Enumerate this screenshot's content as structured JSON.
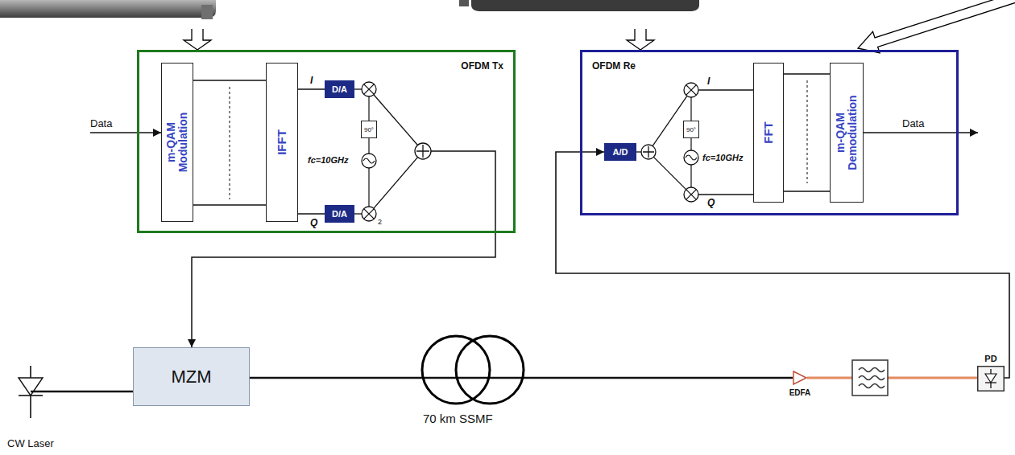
{
  "diagram": {
    "nodes": [
      {
        "text": [
          "OFDM Tx"
        ]
      },
      {
        "text": [
          "m-QAM Modulation"
        ],
        "in": 0
      },
      {
        "text": [
          "IFFT"
        ],
        "in": 0
      },
      {
        "text": [
          "D/A"
        ],
        "in": 0
      },
      {
        "text": [
          "D/A"
        ],
        "in": 0
      },
      {
        "text": [
          "90°"
        ],
        "in": 0
      },
      {
        "text": [
          "OFDM Re"
        ]
      },
      {
        "text": [
          "A/D"
        ],
        "in": 6
      },
      {
        "text": [
          "90°"
        ],
        "in": 6
      },
      {
        "text": [
          "FFT"
        ],
        "in": 6
      },
      {
        "text": [
          "m-QAM Demodulation"
        ],
        "in": 6
      },
      {
        "text": [
          "MZM"
        ]
      },
      {
        "text": [
          "CW Laser"
        ]
      },
      {
        "text": [
          "EDFA"
        ]
      },
      {
        "text": [
          "PD"
        ]
      }
    ],
    "edges": [
      {
        "from": 1,
        "to": 2,
        "arrow": "none"
      },
      {
        "from": 1,
        "to": 2,
        "arrow": "none"
      },
      {
        "from": 2,
        "to": 3,
        "arrow": "none"
      },
      {
        "from": 2,
        "to": 4,
        "arrow": "none"
      },
      {
        "from": 0,
        "to": 11,
        "arrow": "to"
      },
      {
        "from": 12,
        "to": 11,
        "arrow": "none"
      },
      {
        "from": 11,
        "to": 13,
        "arrow": "none"
      },
      {
        "from": 13,
        "to": 14,
        "arrow": "none"
      },
      {
        "from": 14,
        "to": 7,
        "arrow": "to"
      },
      {
        "from": 9,
        "to": 10,
        "arrow": "none"
      },
      {
        "from": 9,
        "to": 10,
        "arrow": "none"
      }
    ],
    "labels": [
      "Data",
      "I",
      "Q",
      "fc=10GHz",
      "2",
      "Data",
      "I",
      "Q",
      "fc=10GHz",
      "70 km SSMF"
    ]
  }
}
